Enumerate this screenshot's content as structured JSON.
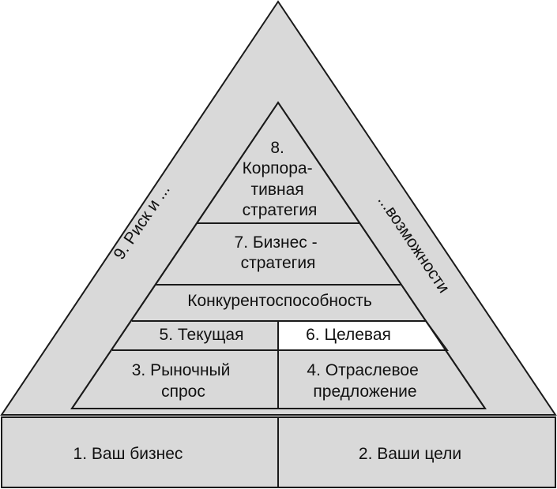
{
  "colors": {
    "fill": "#d9d9d9",
    "highlight": "#ffffff",
    "stroke": "#1a1a1a",
    "text": "#111111"
  },
  "base": {
    "left": "1. Ваш бизнес",
    "right": "2. Ваши цели"
  },
  "outer": {
    "left_side": "9. Риск и ...",
    "right_side": "...возможности"
  },
  "levels": {
    "market_demand": [
      "3. Рыночный",
      "спрос"
    ],
    "industry_supply": [
      "4. Отраслевое",
      "предложение"
    ],
    "current": "5. Текущая",
    "target": "6. Целевая",
    "competitiveness": "Конкурентоспособность",
    "business_strategy": [
      "7. Бизнес -",
      "стратегия"
    ],
    "corporate_strategy": [
      "8.",
      "Корпора-",
      "тивная",
      "стратегия"
    ]
  }
}
